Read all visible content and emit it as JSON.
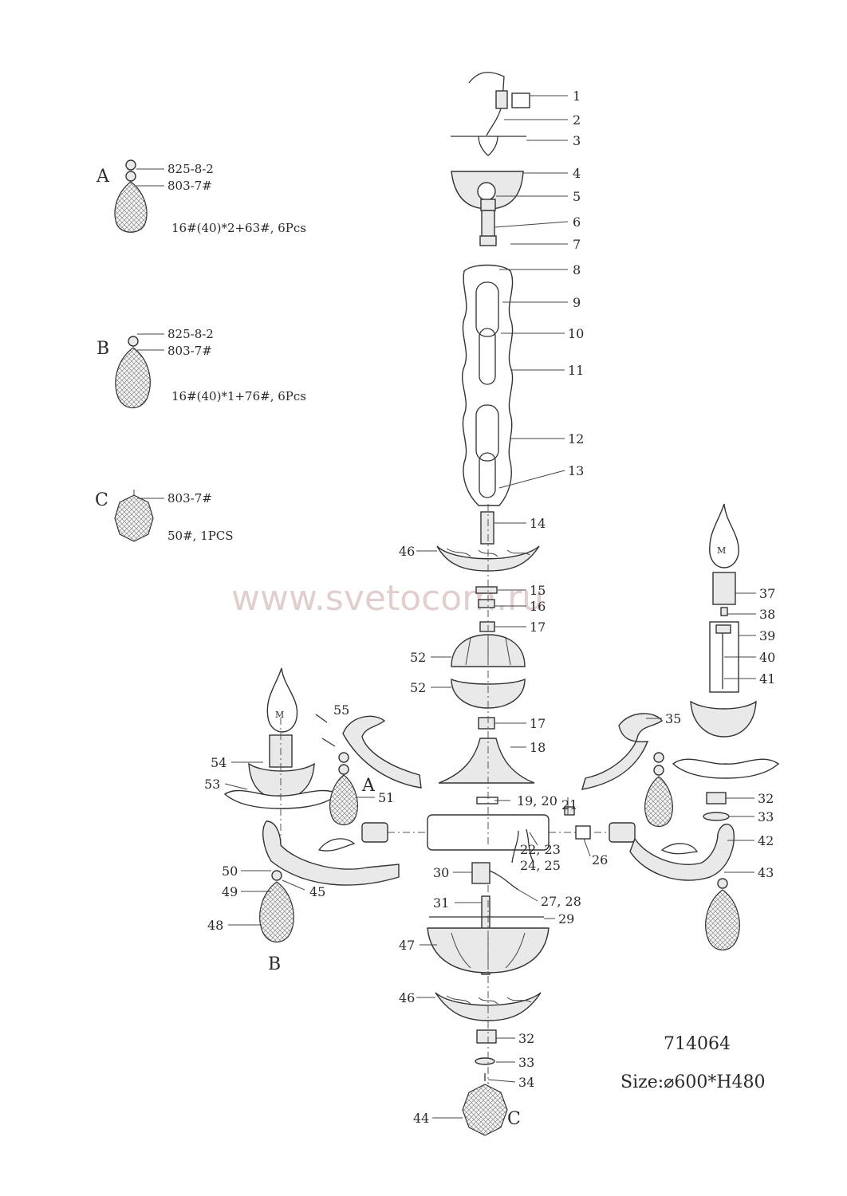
{
  "watermark": "www.svetocom.ru",
  "model": "714064",
  "size": "Size:⌀600*H480",
  "legend": [
    {
      "letter": "A",
      "codes": [
        "825-8-2",
        "803-7#"
      ],
      "spec": "16#(40)*2+63#, 6Pcs"
    },
    {
      "letter": "B",
      "codes": [
        "825-8-2",
        "803-7#"
      ],
      "spec": "16#(40)*1+76#, 6Pcs"
    },
    {
      "letter": "C",
      "codes": [
        "803-7#"
      ],
      "spec": "50#, 1PCS"
    }
  ],
  "callouts": [
    "1",
    "2",
    "3",
    "4",
    "5",
    "6",
    "7",
    "8",
    "9",
    "10",
    "11",
    "12",
    "13",
    "14",
    "46",
    "15",
    "16",
    "17",
    "52",
    "52",
    "17",
    "18",
    "19, 20",
    "21",
    "22, 23",
    "24, 25",
    "26",
    "30",
    "27, 28",
    "31",
    "29",
    "47",
    "46",
    "32",
    "33",
    "34",
    "44",
    "37",
    "38",
    "39",
    "40",
    "41",
    "35",
    "32",
    "33",
    "42",
    "43",
    "55",
    "54",
    "53",
    "51",
    "50",
    "49",
    "45",
    "48"
  ],
  "assembly_letters": [
    "A",
    "B",
    "C"
  ]
}
